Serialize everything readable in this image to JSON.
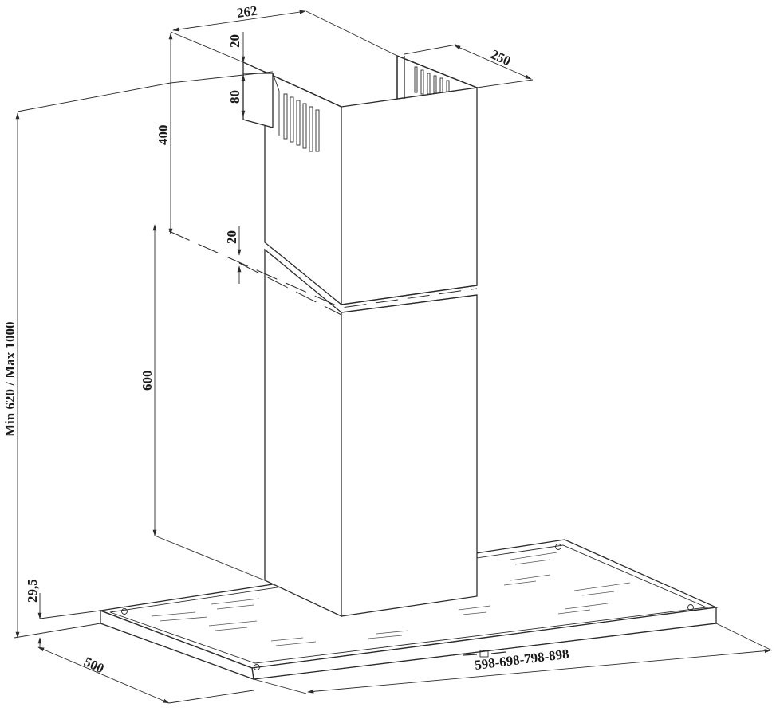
{
  "dimensions": {
    "chimney_width": "262",
    "chimney_depth": "250",
    "outlet_offset": "20",
    "outlet_height": "80",
    "upper_chimney_height": "400",
    "overlap": "20",
    "lower_chimney_height": "600",
    "total_height": "Min 620 / Max 1000",
    "canopy_thickness": "29,5",
    "canopy_depth": "500",
    "canopy_widths": "598-698-798-898"
  }
}
